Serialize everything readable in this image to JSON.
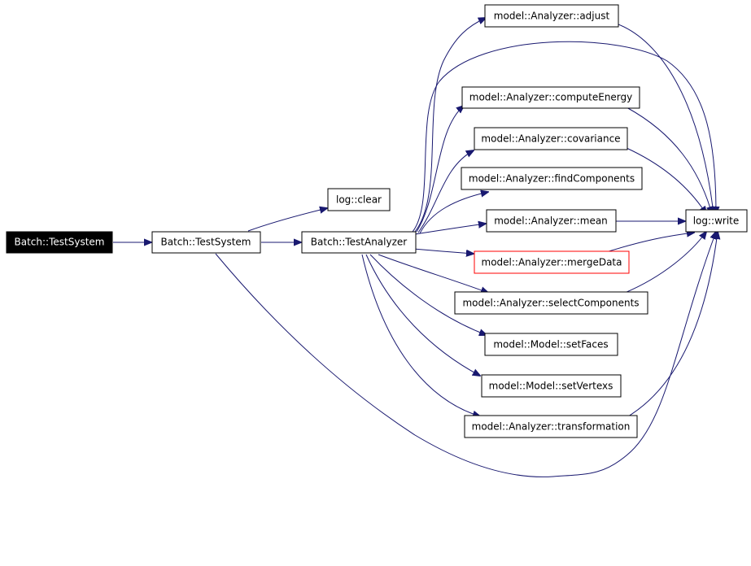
{
  "nodes": {
    "batch_testsystem_root": "Batch::TestSystem",
    "batch_testsystem": "Batch::TestSystem",
    "batch_testanalyzer": "Batch::TestAnalyzer",
    "log_clear": "log::clear",
    "adjust": "model::Analyzer::adjust",
    "computeenergy": "model::Analyzer::computeEnergy",
    "covariance": "model::Analyzer::covariance",
    "findcomponents": "model::Analyzer::findComponents",
    "mean": "model::Analyzer::mean",
    "mergedata": "model::Analyzer::mergeData",
    "selectcomponents": "model::Analyzer::selectComponents",
    "setfaces": "model::Model::setFaces",
    "setvertexs": "model::Model::setVertexs",
    "transformation": "model::Analyzer::transformation",
    "log_write": "log::write"
  },
  "colors": {
    "edge": "#191970",
    "root_fill": "#000000",
    "root_text": "#ffffff",
    "highlight_border": "#ff0000"
  }
}
